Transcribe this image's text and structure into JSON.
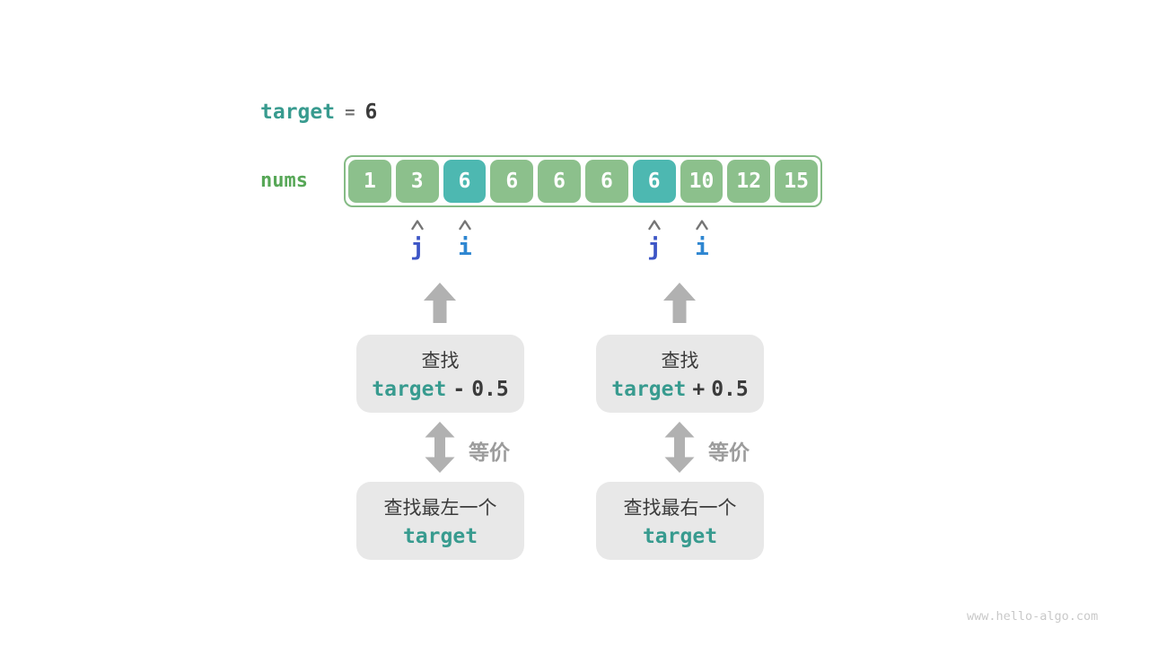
{
  "colors": {
    "teal_text": "#389b8f",
    "green_label": "#57a757",
    "cell_green": "#8cc08c",
    "cell_highlight_teal": "#4db8b1",
    "array_border_green": "#85bb85",
    "dark_text": "#3b3b3b",
    "equals_gray": "#6f6f6f",
    "pointer_j_blue": "#3c55c6",
    "pointer_i_blue": "#2e86d1",
    "arrow_gray": "#b1b1b1",
    "caret_gray": "#757575",
    "equiv_label_gray": "#9c9c9c",
    "box_bg": "#e8e8e8",
    "watermark_gray": "#c9c9c9"
  },
  "header": {
    "target_var": "target",
    "equals": "=",
    "target_value": "6"
  },
  "array": {
    "label": "nums",
    "cells": [
      "1",
      "3",
      "6",
      "6",
      "6",
      "6",
      "6",
      "10",
      "12",
      "15"
    ],
    "highlight_indices": [
      2,
      6
    ]
  },
  "pointers": {
    "left_j": "j",
    "left_i": "i",
    "right_j": "j",
    "right_i": "i"
  },
  "flow": {
    "left": {
      "search_line1": "查找",
      "expr": {
        "var": "target",
        "op": "-",
        "operand": "0.5"
      },
      "equiv_label": "等价",
      "result_line1": "查找最左一个",
      "result_var": "target"
    },
    "right": {
      "search_line1": "查找",
      "expr": {
        "var": "target",
        "op": "+",
        "operand": "0.5"
      },
      "equiv_label": "等价",
      "result_line1": "查找最右一个",
      "result_var": "target"
    }
  },
  "icons": {
    "caret_up": "caret-up-icon",
    "arrow_up": "arrow-up-icon",
    "arrow_up_down": "arrow-up-down-icon"
  },
  "watermark": "www.hello-algo.com"
}
